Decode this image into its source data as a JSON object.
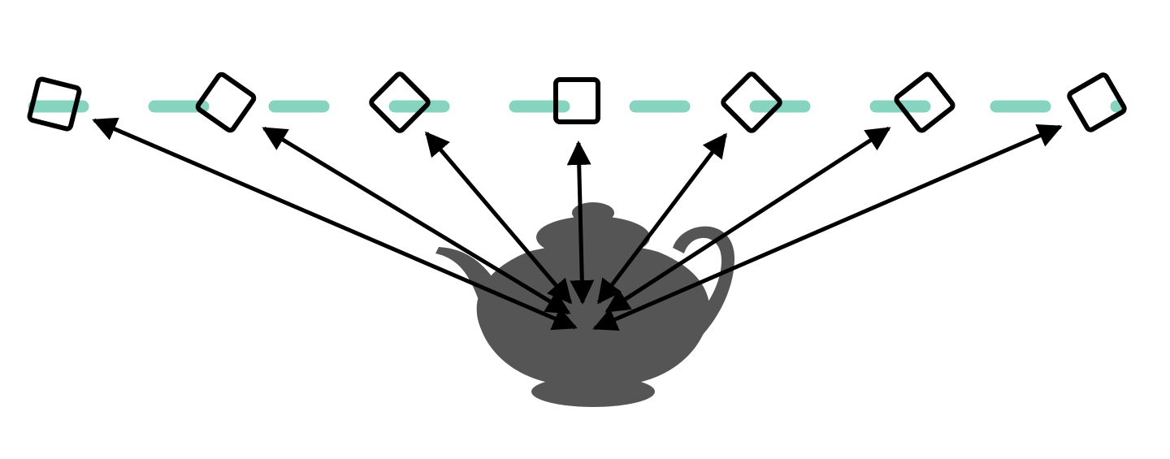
{
  "diagram": {
    "colors": {
      "background": "#ffffff",
      "camera_path": "#86d3bf",
      "arrow": "#000000",
      "camera_stroke": "#000000",
      "teapot": "#555555"
    },
    "camera_path_style": "dashed",
    "object": {
      "icon": "teapot-icon"
    },
    "cameras": [
      {
        "id": "camera-1",
        "icon": "camera-icon"
      },
      {
        "id": "camera-2",
        "icon": "camera-icon"
      },
      {
        "id": "camera-3",
        "icon": "camera-icon"
      },
      {
        "id": "camera-4",
        "icon": "camera-icon"
      },
      {
        "id": "camera-5",
        "icon": "camera-icon"
      },
      {
        "id": "camera-6",
        "icon": "camera-icon"
      },
      {
        "id": "camera-7",
        "icon": "camera-icon"
      }
    ]
  }
}
